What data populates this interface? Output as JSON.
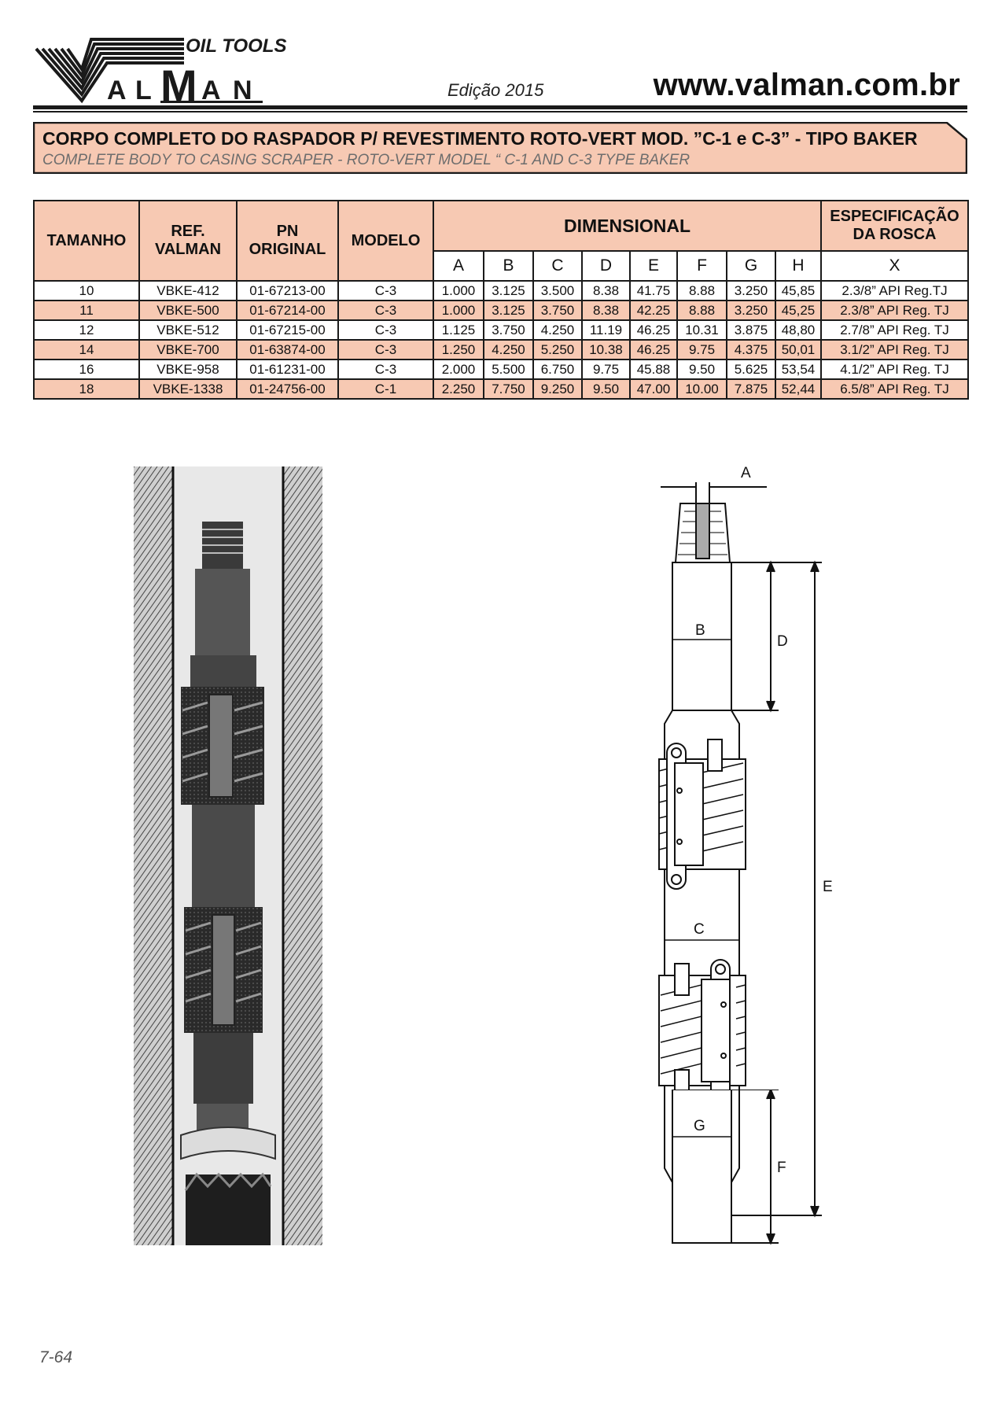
{
  "header": {
    "logo_top": "OIL TOOLS",
    "logo_main": "VALMAN",
    "edition": "Edição 2015",
    "website": "www.valman.com.br"
  },
  "title": {
    "pt": "CORPO COMPLETO DO RASPADOR  P/  REVESTIMENTO ROTO-VERT  MOD. ”C-1  e  C-3” - TIPO BAKER",
    "en": "COMPLETE BODY TO CASING SCRAPER - ROTO-VERT MODEL “ C-1 AND C-3 TYPE BAKER"
  },
  "table": {
    "headers": {
      "tamanho": "TAMANHO",
      "ref": "REF. VALMAN",
      "pn": "PN ORIGINAL",
      "modelo": "MODELO",
      "dimensional": "DIMENSIONAL",
      "especificacao": "ESPECIFICAÇÃO DA ROSCA"
    },
    "dim_columns": [
      "A",
      "B",
      "C",
      "D",
      "E",
      "F",
      "G",
      "H"
    ],
    "thread_column": "X",
    "rows": [
      [
        "10",
        "VBKE-412",
        "01-67213-00",
        "C-3",
        "1.000",
        "3.125",
        "3.500",
        "8.38",
        "41.75",
        "8.88",
        "3.250",
        "45,85",
        "2.3/8” API Reg.TJ"
      ],
      [
        "11",
        "VBKE-500",
        "01-67214-00",
        "C-3",
        "1.000",
        "3.125",
        "3.750",
        "8.38",
        "42.25",
        "8.88",
        "3.250",
        "45,25",
        "2.3/8” API Reg. TJ"
      ],
      [
        "12",
        "VBKE-512",
        "01-67215-00",
        "C-3",
        "1.125",
        "3.750",
        "4.250",
        "11.19",
        "46.25",
        "10.31",
        "3.875",
        "48,80",
        "2.7/8” API Reg. TJ"
      ],
      [
        "14",
        "VBKE-700",
        "01-63874-00",
        "C-3",
        "1.250",
        "4.250",
        "5.250",
        "10.38",
        "46.25",
        "9.75",
        "4.375",
        "50,01",
        "3.1/2” API Reg. TJ"
      ],
      [
        "16",
        "VBKE-958",
        "01-61231-00",
        "C-3",
        "2.000",
        "5.500",
        "6.750",
        "9.75",
        "45.88",
        "9.50",
        "5.625",
        "53,54",
        "4.1/2” API Reg. TJ"
      ],
      [
        "18",
        "VBKE-1338",
        "01-24756-00",
        "C-1",
        "2.250",
        "7.750",
        "9.250",
        "9.50",
        "47.00",
        "10.00",
        "7.875",
        "52,44",
        "6.5/8” API Reg. TJ"
      ]
    ]
  },
  "drawing_labels": {
    "a": "A",
    "b": "B",
    "c": "C",
    "d": "D",
    "e": "E",
    "f": "F",
    "g": "G"
  },
  "footer": {
    "page_number": "7-64"
  },
  "colors": {
    "accent_fill": "#f7c9b3",
    "rule": "#1a1a1a"
  }
}
